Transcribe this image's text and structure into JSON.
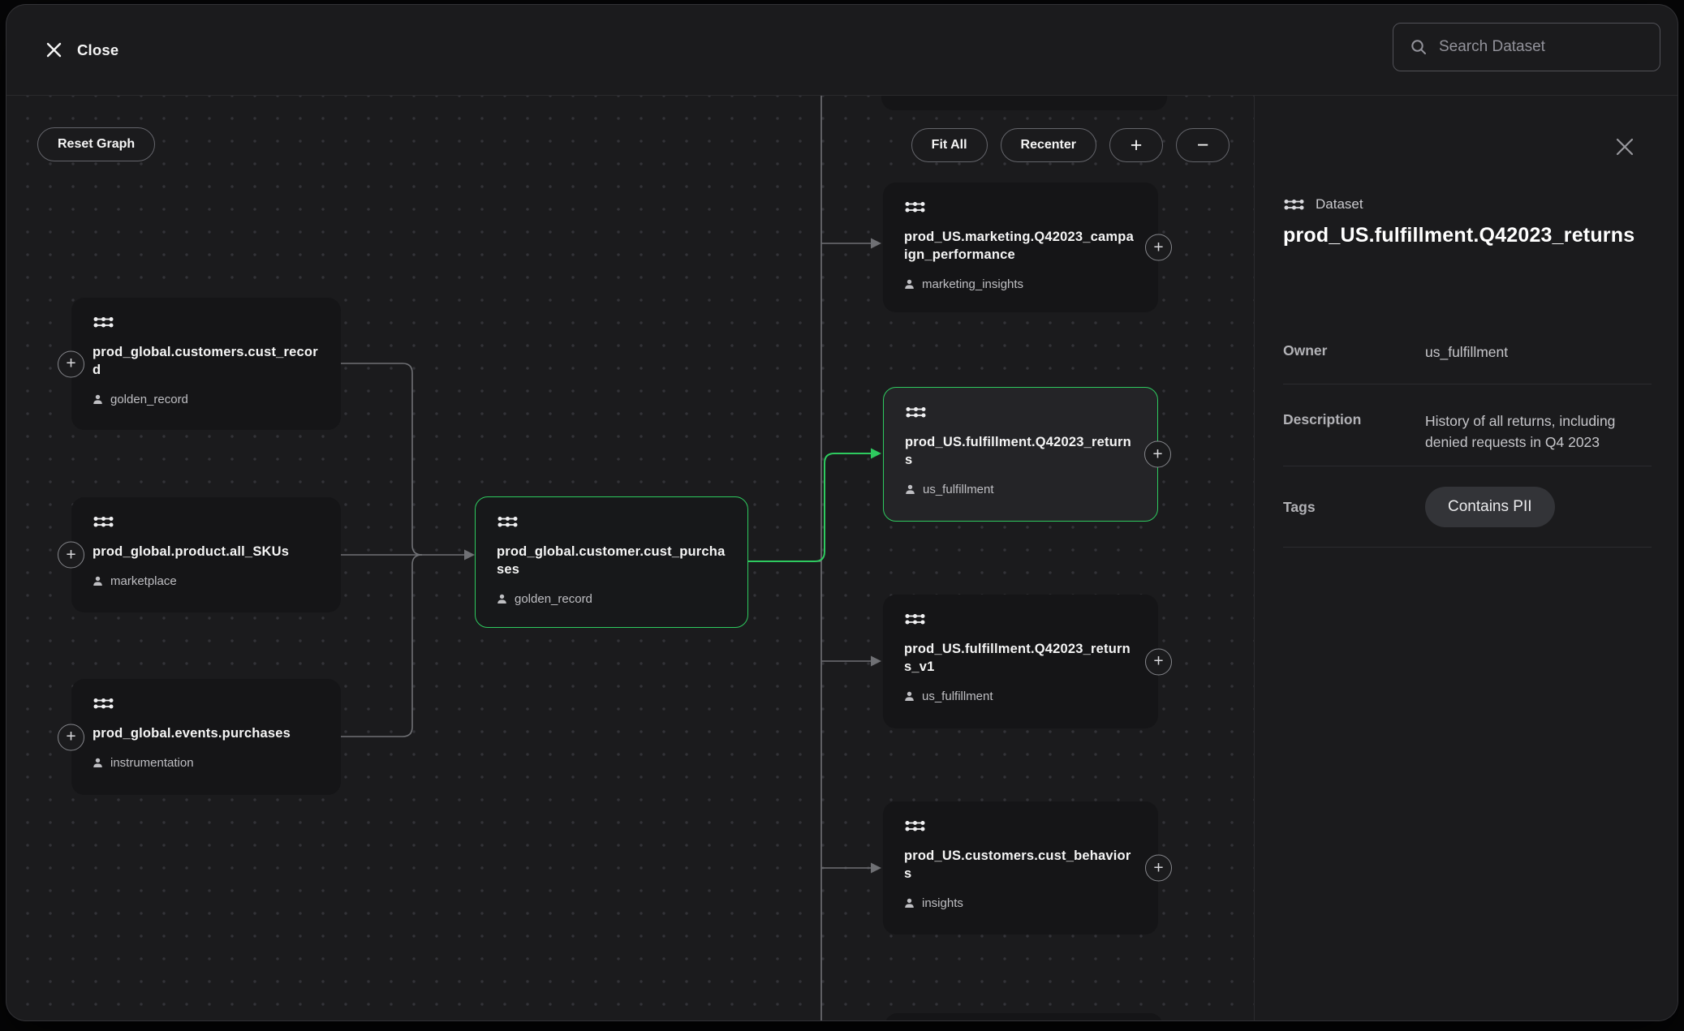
{
  "colors": {
    "accent_green": "#2ECA5F",
    "edge_gray": "#6F7074",
    "node_bg": "#151517",
    "selected_node_bg": "#242427",
    "window_bg": "#1B1B1D"
  },
  "header": {
    "close_label": "Close",
    "search_placeholder": "Search Dataset"
  },
  "canvas": {
    "reset_button": "Reset Graph",
    "toolbar": {
      "fit_all": "Fit All",
      "recenter": "Recenter",
      "zoom_in": "+",
      "zoom_out": "−"
    }
  },
  "graph": {
    "expand_label": "+",
    "nodes": [
      {
        "title": "prod_global.customers.cust_record",
        "owner": "golden_record"
      },
      {
        "title": "prod_global.product.all_SKUs",
        "owner": "marketplace"
      },
      {
        "title": "prod_global.events.purchases",
        "owner": "instrumentation"
      },
      {
        "title": "prod_global.customer.cust_purchases",
        "owner": "golden_record"
      },
      {
        "title": "prod_US.marketing.Q42023_campaign_performance",
        "owner": "marketing_insights"
      },
      {
        "title": "prod_US.fulfillment.Q42023_returns",
        "owner": "us_fulfillment"
      },
      {
        "title": "prod_US.fulfillment.Q42023_returns_v1",
        "owner": "us_fulfillment"
      },
      {
        "title": "prod_US.customers.cust_behaviors",
        "owner": "insights"
      }
    ],
    "edges": [
      {
        "from": "prod_global.customers.cust_record",
        "to": "prod_global.customer.cust_purchases",
        "highlighted": false
      },
      {
        "from": "prod_global.product.all_SKUs",
        "to": "prod_global.customer.cust_purchases",
        "highlighted": false
      },
      {
        "from": "prod_global.events.purchases",
        "to": "prod_global.customer.cust_purchases",
        "highlighted": false
      },
      {
        "from": "prod_global.customer.cust_purchases",
        "to": "prod_US.marketing.Q42023_campaign_performance",
        "highlighted": false
      },
      {
        "from": "prod_global.customer.cust_purchases",
        "to": "prod_US.fulfillment.Q42023_returns",
        "highlighted": true
      },
      {
        "from": "prod_global.customer.cust_purchases",
        "to": "prod_US.fulfillment.Q42023_returns_v1",
        "highlighted": false
      },
      {
        "from": "prod_global.customer.cust_purchases",
        "to": "prod_US.customers.cust_behaviors",
        "highlighted": false
      }
    ]
  },
  "panel": {
    "type_label": "Dataset",
    "title": "prod_US.fulfillment.Q42023_returns",
    "owner_label": "Owner",
    "owner_value": "us_fulfillment",
    "description_label": "Description",
    "description_value": "History of all returns, including denied requests in Q4 2023",
    "tags_label": "Tags",
    "tag_pill": "Contains PII"
  }
}
